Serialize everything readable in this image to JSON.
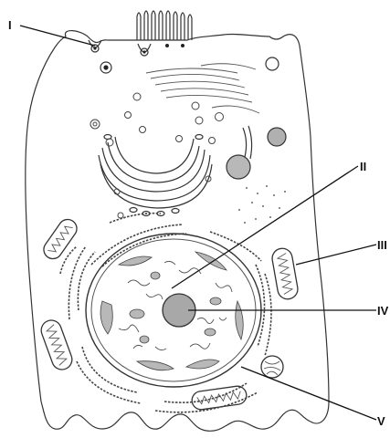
{
  "figure": {
    "type": "animal cell diagram",
    "labels": [
      {
        "id": "I",
        "text": "I"
      },
      {
        "id": "II",
        "text": "II"
      },
      {
        "id": "III",
        "text": "III"
      },
      {
        "id": "IV",
        "text": "IV"
      },
      {
        "id": "V",
        "text": "V"
      }
    ]
  },
  "colors": {
    "ink": "#111111",
    "membrane": "#333333",
    "organelle_fill": "#b8b8b8",
    "nucleolus_fill": "#a8a8a8",
    "background": "#ffffff"
  }
}
